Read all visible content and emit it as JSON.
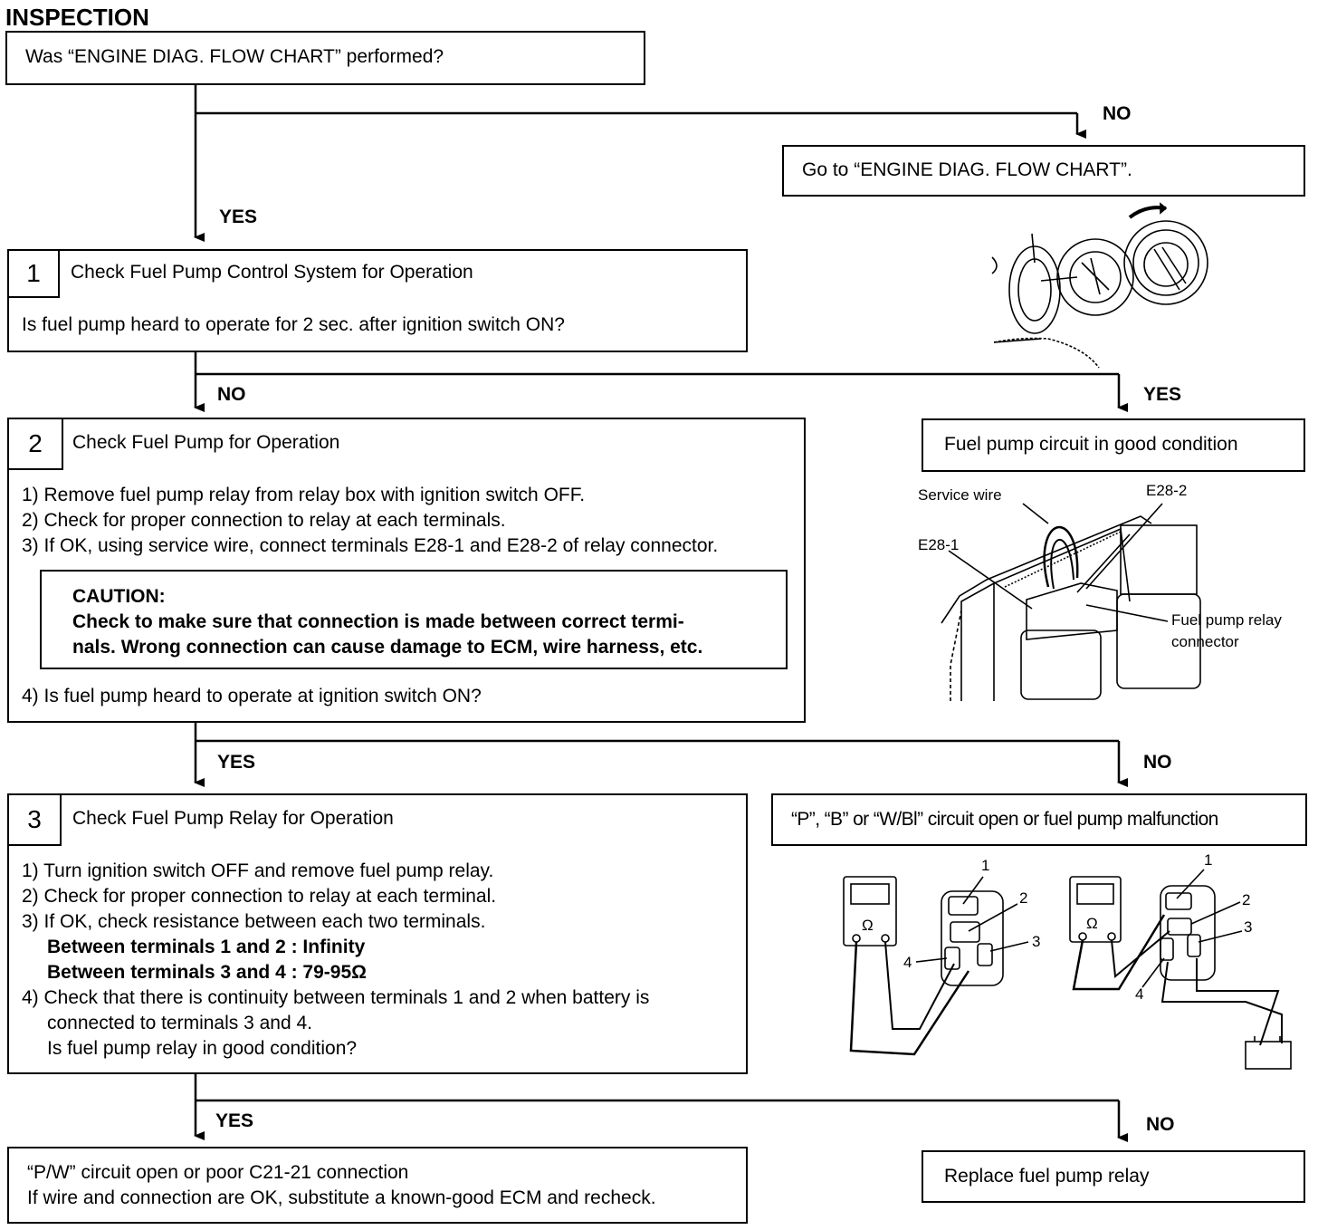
{
  "heading": "INSPECTION",
  "q0": "Was “ENGINE DIAG. FLOW CHART” performed?",
  "go_diag": "Go to “ENGINE DIAG. FLOW CHART”.",
  "labels": {
    "yes": "YES",
    "no": "NO"
  },
  "step1": {
    "number": "1",
    "title": "Check Fuel Pump Control System for Operation",
    "question": "Is fuel pump heard to operate for 2 sec. after ignition switch ON?"
  },
  "good_condition": "Fuel pump circuit in good condition",
  "step2": {
    "number": "2",
    "title": "Check Fuel Pump for Operation",
    "items": [
      "1) Remove fuel pump relay from relay box with ignition switch OFF.",
      "2) Check for proper connection to relay at each terminals.",
      "3) If OK, using service wire, connect terminals E28-1 and E28-2 of relay connector."
    ],
    "caution_title": "CAUTION:",
    "caution_lines": [
      "Check to make sure that connection is made between correct termi-",
      "nals. Wrong connection can cause damage to ECM, wire harness, etc."
    ],
    "question": "4) Is fuel pump heard to operate at ignition switch ON?"
  },
  "relay_fig": {
    "service_wire": "Service wire",
    "e28_2": "E28-2",
    "e28_1": "E28-1",
    "connector_1": "Fuel pump relay",
    "connector_2": "connector"
  },
  "circuit_open": "“P”, “B” or “W/Bl” circuit open or fuel pump malfunction",
  "step3": {
    "number": "3",
    "title": "Check Fuel Pump Relay for Operation",
    "items": [
      "1) Turn ignition switch OFF and remove fuel pump relay.",
      "2) Check for proper connection to relay at each terminal.",
      "3) If OK, check resistance between each two terminals."
    ],
    "bold_1": "Between terminals 1 and 2 : Infinity",
    "bold_2": "Between terminals 3 and 4 : 79-95Ω",
    "item4_1": "4) Check that there is continuity between terminals 1 and 2 when battery is",
    "item4_2": "connected to terminals 3 and 4.",
    "question": "Is fuel pump relay in good condition?"
  },
  "meter_fig": {
    "ohm": "Ω",
    "t1": "1",
    "t2": "2",
    "t3": "3",
    "t4": "4"
  },
  "pw_open_1": "“P/W” circuit open or poor C21-21 connection",
  "pw_open_2": "If wire and connection are OK, substitute a known-good ECM and recheck.",
  "replace_relay": "Replace fuel pump relay"
}
